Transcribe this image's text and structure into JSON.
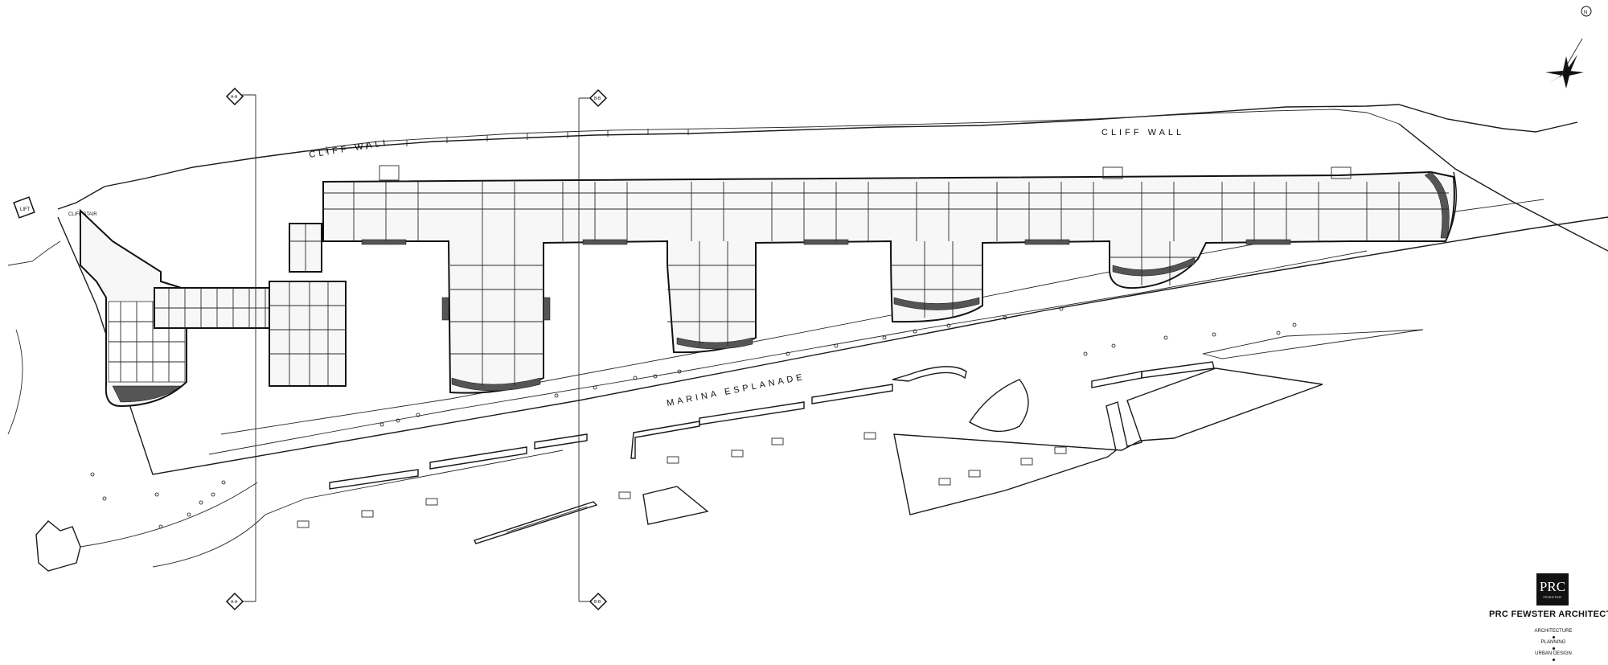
{
  "labels": {
    "cliff_wall_left": "CLIFF WALL",
    "cliff_wall_right": "CLIFF WALL",
    "marina_esplanade": "MARINA ESPLANADE",
    "lift": "LIFT",
    "cliff_stair": "CLIFF STAIR"
  },
  "north": {
    "letter": "N"
  },
  "sections": [
    {
      "top": "A-A",
      "bottom": "A-A"
    },
    {
      "top": "B-B",
      "bottom": "B-B"
    }
  ],
  "logo": {
    "mark": "PRC",
    "sub": "FEWSTER",
    "firm": "PRC FEWSTER ARCHITECTS",
    "services": [
      "ARCHITECTURE",
      "PLANNING",
      "URBAN DESIGN"
    ]
  },
  "colors": {
    "ink": "#111111",
    "paper": "#ffffff"
  }
}
